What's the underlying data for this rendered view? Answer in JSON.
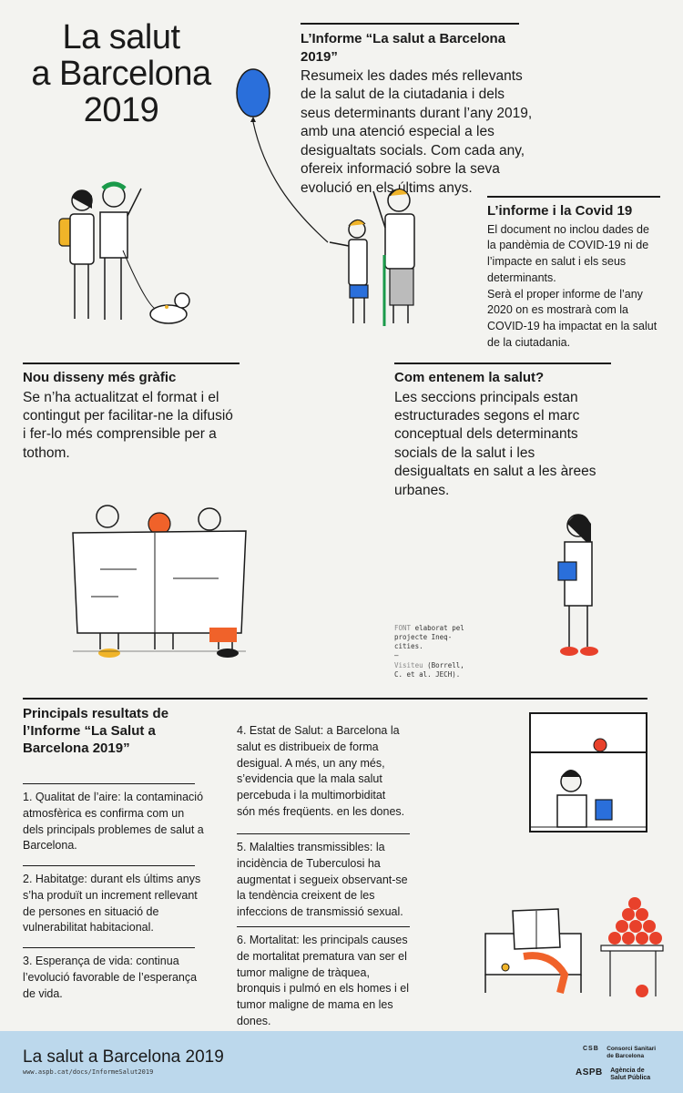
{
  "page": {
    "title": "La salut a Barcelona 2019",
    "title_lines": [
      "La salut",
      "a Barcelona",
      "2019"
    ]
  },
  "intro": {
    "heading": "L’Informe “La salut a Barcelona 2019”",
    "body": "Resumeix les dades més rellevants de la salut de la ciutadania i dels seus determinants durant l’any 2019, amb una atenció especial a les desigualtats socials. Com cada any, ofereix informació sobre la seva evolució en els últims anys."
  },
  "covid": {
    "heading": "L’informe i la Covid 19",
    "body1": "El document no inclou dades de la pandèmia de COVID-19 ni de l’impacte en salut i els seus determinants.",
    "body2": "Serà el proper informe de l’any 2020 on es mostrarà com la COVID-19 ha impactat en la salut de la ciutadania."
  },
  "design": {
    "heading": "Nou disseny més gràfic",
    "body": "Se n’ha actualitzat el format i el contingut per facilitar-ne la difusió i fer-lo més comprensible per a tothom."
  },
  "understand": {
    "heading": "Com entenem la salut?",
    "body": "Les seccions principals estan estructurades segons el marc conceptual dels determinants socials de la salut i les desigualtats en salut a les àrees urbanes."
  },
  "source": {
    "label": "FONT",
    "text": "elaborat pel projecte Ineq-cities.",
    "dash": "—",
    "visit_label": "Visiteu",
    "visit_text": "(Borrell, C. et al. JECH)."
  },
  "results": {
    "heading": "Principals resultats de l’Informe “La Salut a Barcelona 2019”",
    "items": [
      "1.  Qualitat de l’aire: la contaminació atmosfèrica es confirma com un dels principals problemes de salut a Barcelona.",
      "2.  Habitatge: durant els últims anys s’ha produït un increment rellevant de persones en situació de vulnerabilitat habitacional.",
      "3.  Esperança de vida: continua l’evolució favorable de l’esperança de vida.",
      "4.  Estat de Salut: a Barcelona la salut es distribueix de forma desigual. A més, un any més, s’evidencia que la mala salut percebuda i la multimorbiditat són més freqüents. en les dones.",
      "5.  Malalties transmissibles: la incidència de Tuberculosi ha augmentat i segueix observant-se la tendència creixent de les infeccions de transmissió sexual.",
      "6.  Mortalitat: les principals causes de mortalitat prematura van ser el tumor maligne de tràquea, bronquis i pulmó en els homes i el tumor maligne de mama en les dones."
    ]
  },
  "footer": {
    "title": "La salut a Barcelona 2019",
    "url": "www.aspb.cat/docs/InformeSalut2019",
    "cse_mark": "CSB",
    "cse_name": "Consorci Sanitari de Barcelona",
    "aspb_mark": "ASPB",
    "aspb_name": "Agència de Salut Pública"
  },
  "colors": {
    "balloon": "#2a6fdb",
    "accent_green": "#1a9a4a",
    "accent_orange": "#f0622a",
    "accent_red": "#e8412b",
    "accent_yellow": "#f0b429",
    "accent_blue": "#2a6fdb",
    "footer_bg": "#bcd8ec"
  }
}
